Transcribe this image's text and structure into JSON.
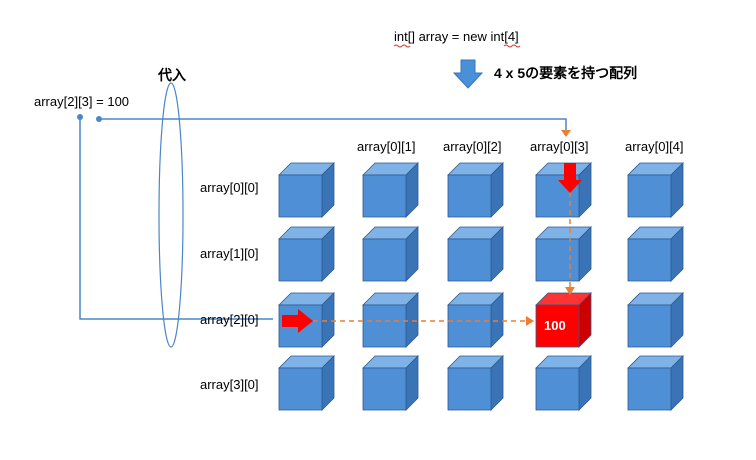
{
  "declaration": "int[] array = new int[4]",
  "declaration_parts": {
    "kw1": "int",
    "mid": "[] array = new ",
    "kw2": "int",
    "tail": "[4]"
  },
  "description": "4 x 5の要素を持つ配列",
  "assign_label": "代入",
  "assignment": "array[2][3] = 100",
  "column_labels": [
    "array[0][1]",
    "array[0][2]",
    "array[0][3]",
    "array[0][4]"
  ],
  "row_labels": [
    "array[0][0]",
    "array[1][0]",
    "array[2][0]",
    "array[3][0]"
  ],
  "highlight_value": "100",
  "colors": {
    "cube_front": "#4f8fd6",
    "cube_top": "#7fb2e6",
    "cube_side": "#3b74b6",
    "cube_edge": "#2d5a8e",
    "highlight_front": "#ff0000",
    "highlight_top": "#ff3333",
    "highlight_side": "#cc0000",
    "line_blue": "#4a86c8",
    "arrow_orange": "#ed7d31",
    "arrow_red": "#ff0000",
    "down_arrow": "#4a90d9",
    "squiggle": "#e03030"
  }
}
